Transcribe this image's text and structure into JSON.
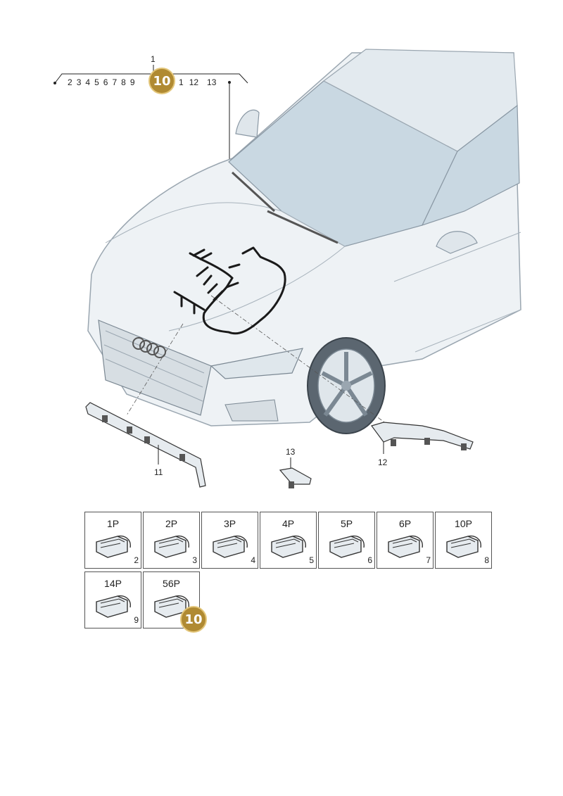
{
  "top_bracket": {
    "label_1": "1",
    "numbers_left": [
      "2",
      "3",
      "4",
      "5",
      "6",
      "7",
      "8",
      "9"
    ],
    "numbers_right": [
      "1",
      "12",
      "13"
    ]
  },
  "callout_main": "10",
  "parts": {
    "p11": "11",
    "p12": "12",
    "p13": "13"
  },
  "connectors": [
    {
      "pins": "1P",
      "index": "2"
    },
    {
      "pins": "2P",
      "index": "3"
    },
    {
      "pins": "3P",
      "index": "4"
    },
    {
      "pins": "4P",
      "index": "5"
    },
    {
      "pins": "5P",
      "index": "6"
    },
    {
      "pins": "6P",
      "index": "7"
    },
    {
      "pins": "10P",
      "index": "8"
    },
    {
      "pins": "14P",
      "index": "9"
    },
    {
      "pins": "56P",
      "index": "10"
    }
  ],
  "colors": {
    "callout": "#b08a32",
    "line": "#222222",
    "car_fill": "#eef2f5",
    "car_stroke": "#9aa6b0",
    "glass": "#c9d8e2"
  }
}
